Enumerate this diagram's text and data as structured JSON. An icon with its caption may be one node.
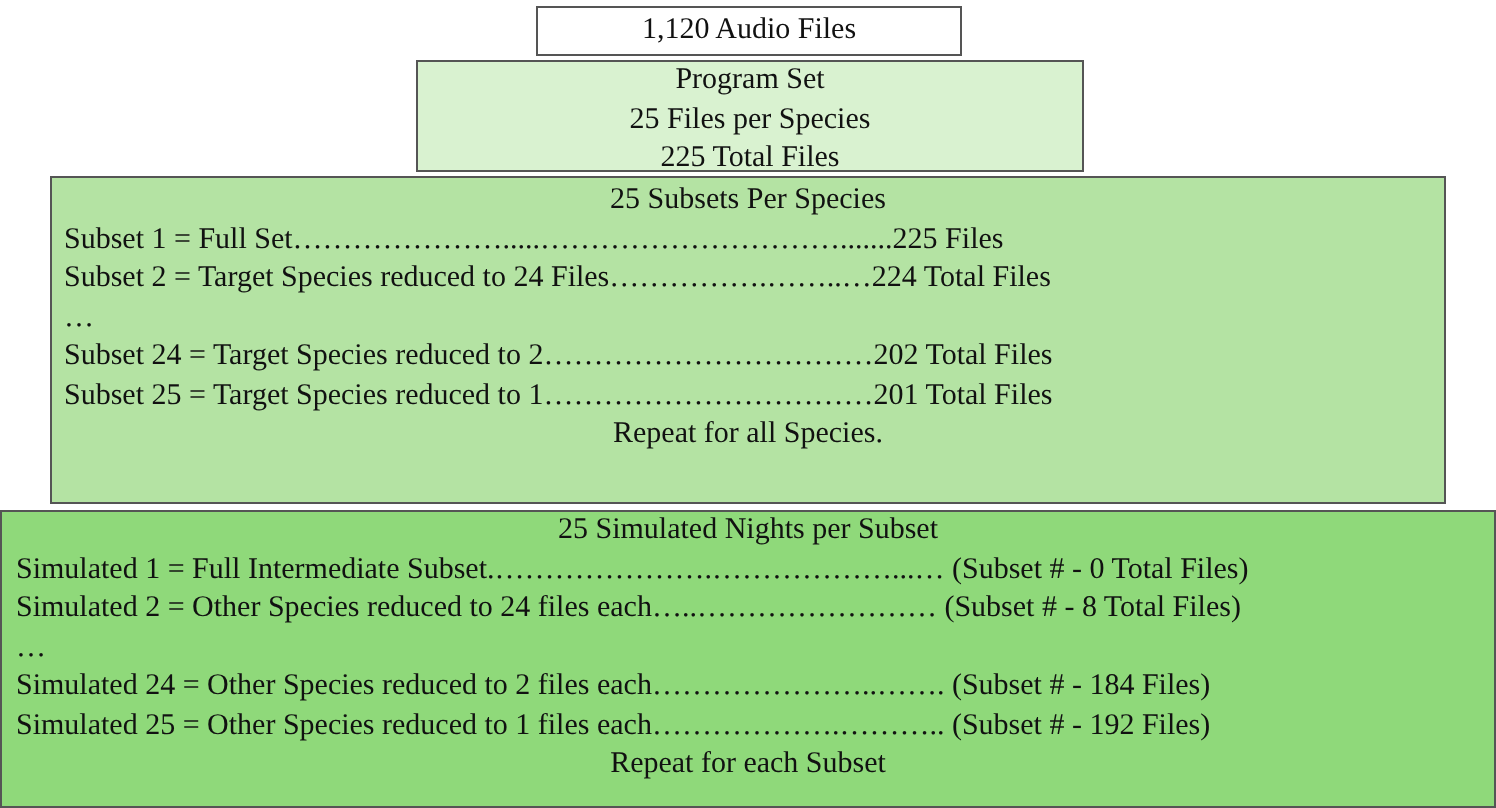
{
  "diagram": {
    "nodes": [
      {
        "text": [
          "1,120 Audio Files"
        ]
      },
      {
        "text": [
          "Program Set",
          "25 Files per Species",
          "225 Total Files"
        ]
      },
      {
        "text": [
          "25 Subsets Per Species",
          "Subset 1 = Full Set………………….....………………………….......225 Files",
          "Subset 2 = Target Species reduced to 24 Files…………….……..…224 Total Files",
          "…",
          "Subset 24 = Target Species reduced to 2……………………………202 Total Files",
          "Subset 25 = Target Species reduced to 1……………………………201 Total Files",
          "Repeat for all Species."
        ]
      },
      {
        "text": [
          "25 Simulated Nights per Subset",
          "Simulated 1 = Full Intermediate Subset.………………….………………...… (Subset # - 0 Total Files)",
          "Simulated 2 = Other Species reduced to 24 files each…..…………………… (Subset # - 8 Total Files)",
          "…",
          "Simulated 24 = Other Species reduced to 2 files each…………………..……. (Subset # - 184 Files)",
          "Simulated 25 = Other Species reduced to 1 files each……………….……….. (Subset # - 192 Files)",
          "Repeat for each Subset"
        ]
      }
    ]
  }
}
